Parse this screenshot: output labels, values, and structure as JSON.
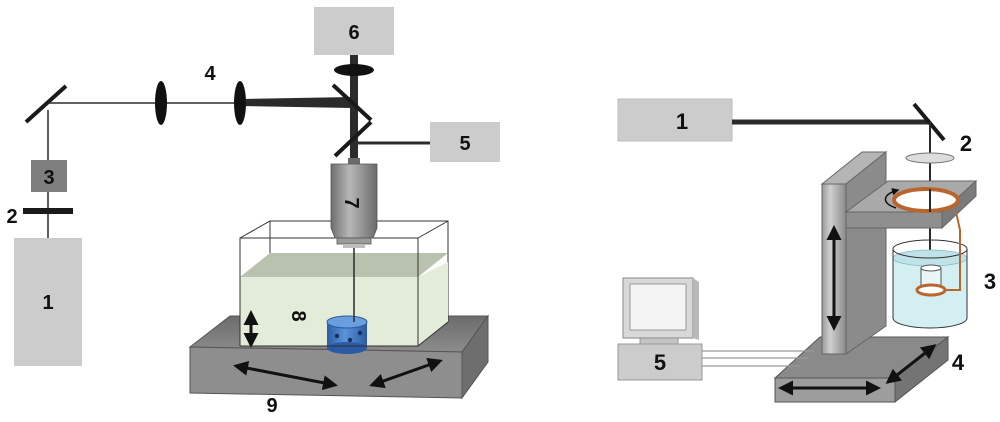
{
  "left_setup": {
    "labels": {
      "laser": "1",
      "shutter": "2",
      "attenuator": "3",
      "telescope": "4",
      "illumination": "5",
      "camera": "6",
      "objective": "7",
      "sample": "8",
      "stage": "9"
    }
  },
  "right_setup": {
    "labels": {
      "laser": "1",
      "mirror": "2",
      "cell": "3",
      "stage": "4",
      "computer": "5"
    }
  },
  "colors": {
    "box_gray": "#cccccc",
    "dark_gray": "#7a7a7a",
    "liquid": "#e3ebd9",
    "liquid_surface": "#b9c2ae",
    "sample_blue": "#3d78c8",
    "copper": "#b9662e",
    "water_blue": "#d4eff2",
    "beam": "#2b2b2b"
  }
}
